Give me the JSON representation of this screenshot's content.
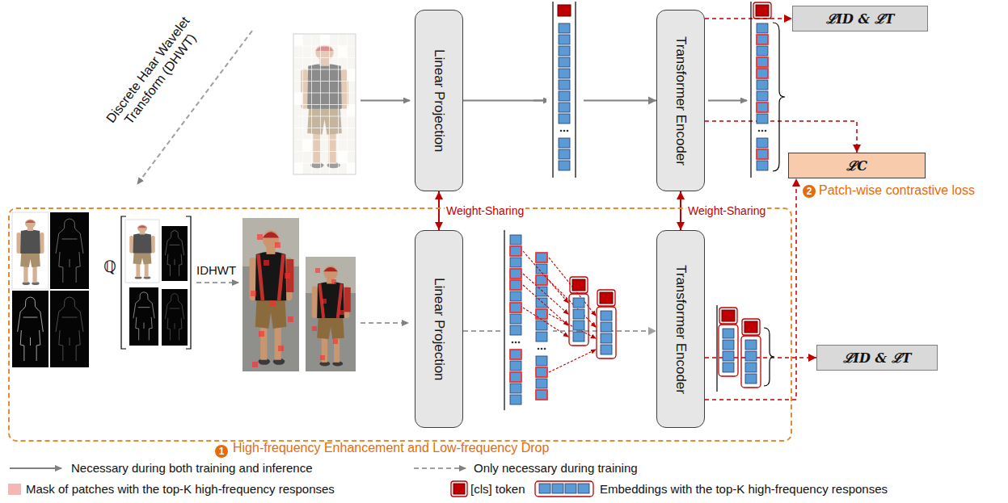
{
  "diagram": {
    "nodes": [
      {
        "text": [
          "Linear Projection"
        ]
      },
      {
        "text": [
          "Transformer Encoder"
        ]
      },
      {
        "text": [
          "ℒID & ℒT"
        ]
      },
      {
        "text": [
          "ℒC"
        ]
      },
      {
        "text": [
          "High-frequency Enhancement and Low-frequency Drop"
        ]
      },
      {
        "text": [
          "Linear Projection"
        ],
        "in": 4
      },
      {
        "text": [
          "Transformer Encoder"
        ],
        "in": 4
      },
      {
        "text": [
          "ℒID & ℒT"
        ]
      }
    ],
    "edges": [
      {
        "from": 0,
        "to": 1,
        "arrow": "to"
      },
      {
        "from": 0,
        "to": 5,
        "label": "Weight-Sharing",
        "arrow": "both"
      },
      {
        "from": 1,
        "to": 6,
        "label": "Weight-Sharing",
        "arrow": "both"
      },
      {
        "from": 1,
        "to": 2,
        "arrow": "to"
      },
      {
        "from": 1,
        "to": 3,
        "arrow": "to"
      },
      {
        "from": 5,
        "to": 6,
        "arrow": "to"
      },
      {
        "from": 6,
        "to": 3,
        "arrow": "to"
      },
      {
        "from": 6,
        "to": 7,
        "arrow": "to"
      }
    ],
    "labels": [
      "Discrete Haar Wavelet Transform (DHWT)",
      "ℚ",
      "IDHWT",
      "2",
      "Patch-wise contrastive loss",
      "1"
    ],
    "legend": [
      {
        "text": "Necessary during both training and inference"
      },
      {
        "text": "Only necessary during training"
      },
      {
        "text": "Mask of patches with the top-K high-frequency responses",
        "color": "#f4b6b6"
      },
      {
        "text": "[cls] token"
      },
      {
        "text": "Embeddings with the top-K high-frequency responses"
      }
    ]
  }
}
